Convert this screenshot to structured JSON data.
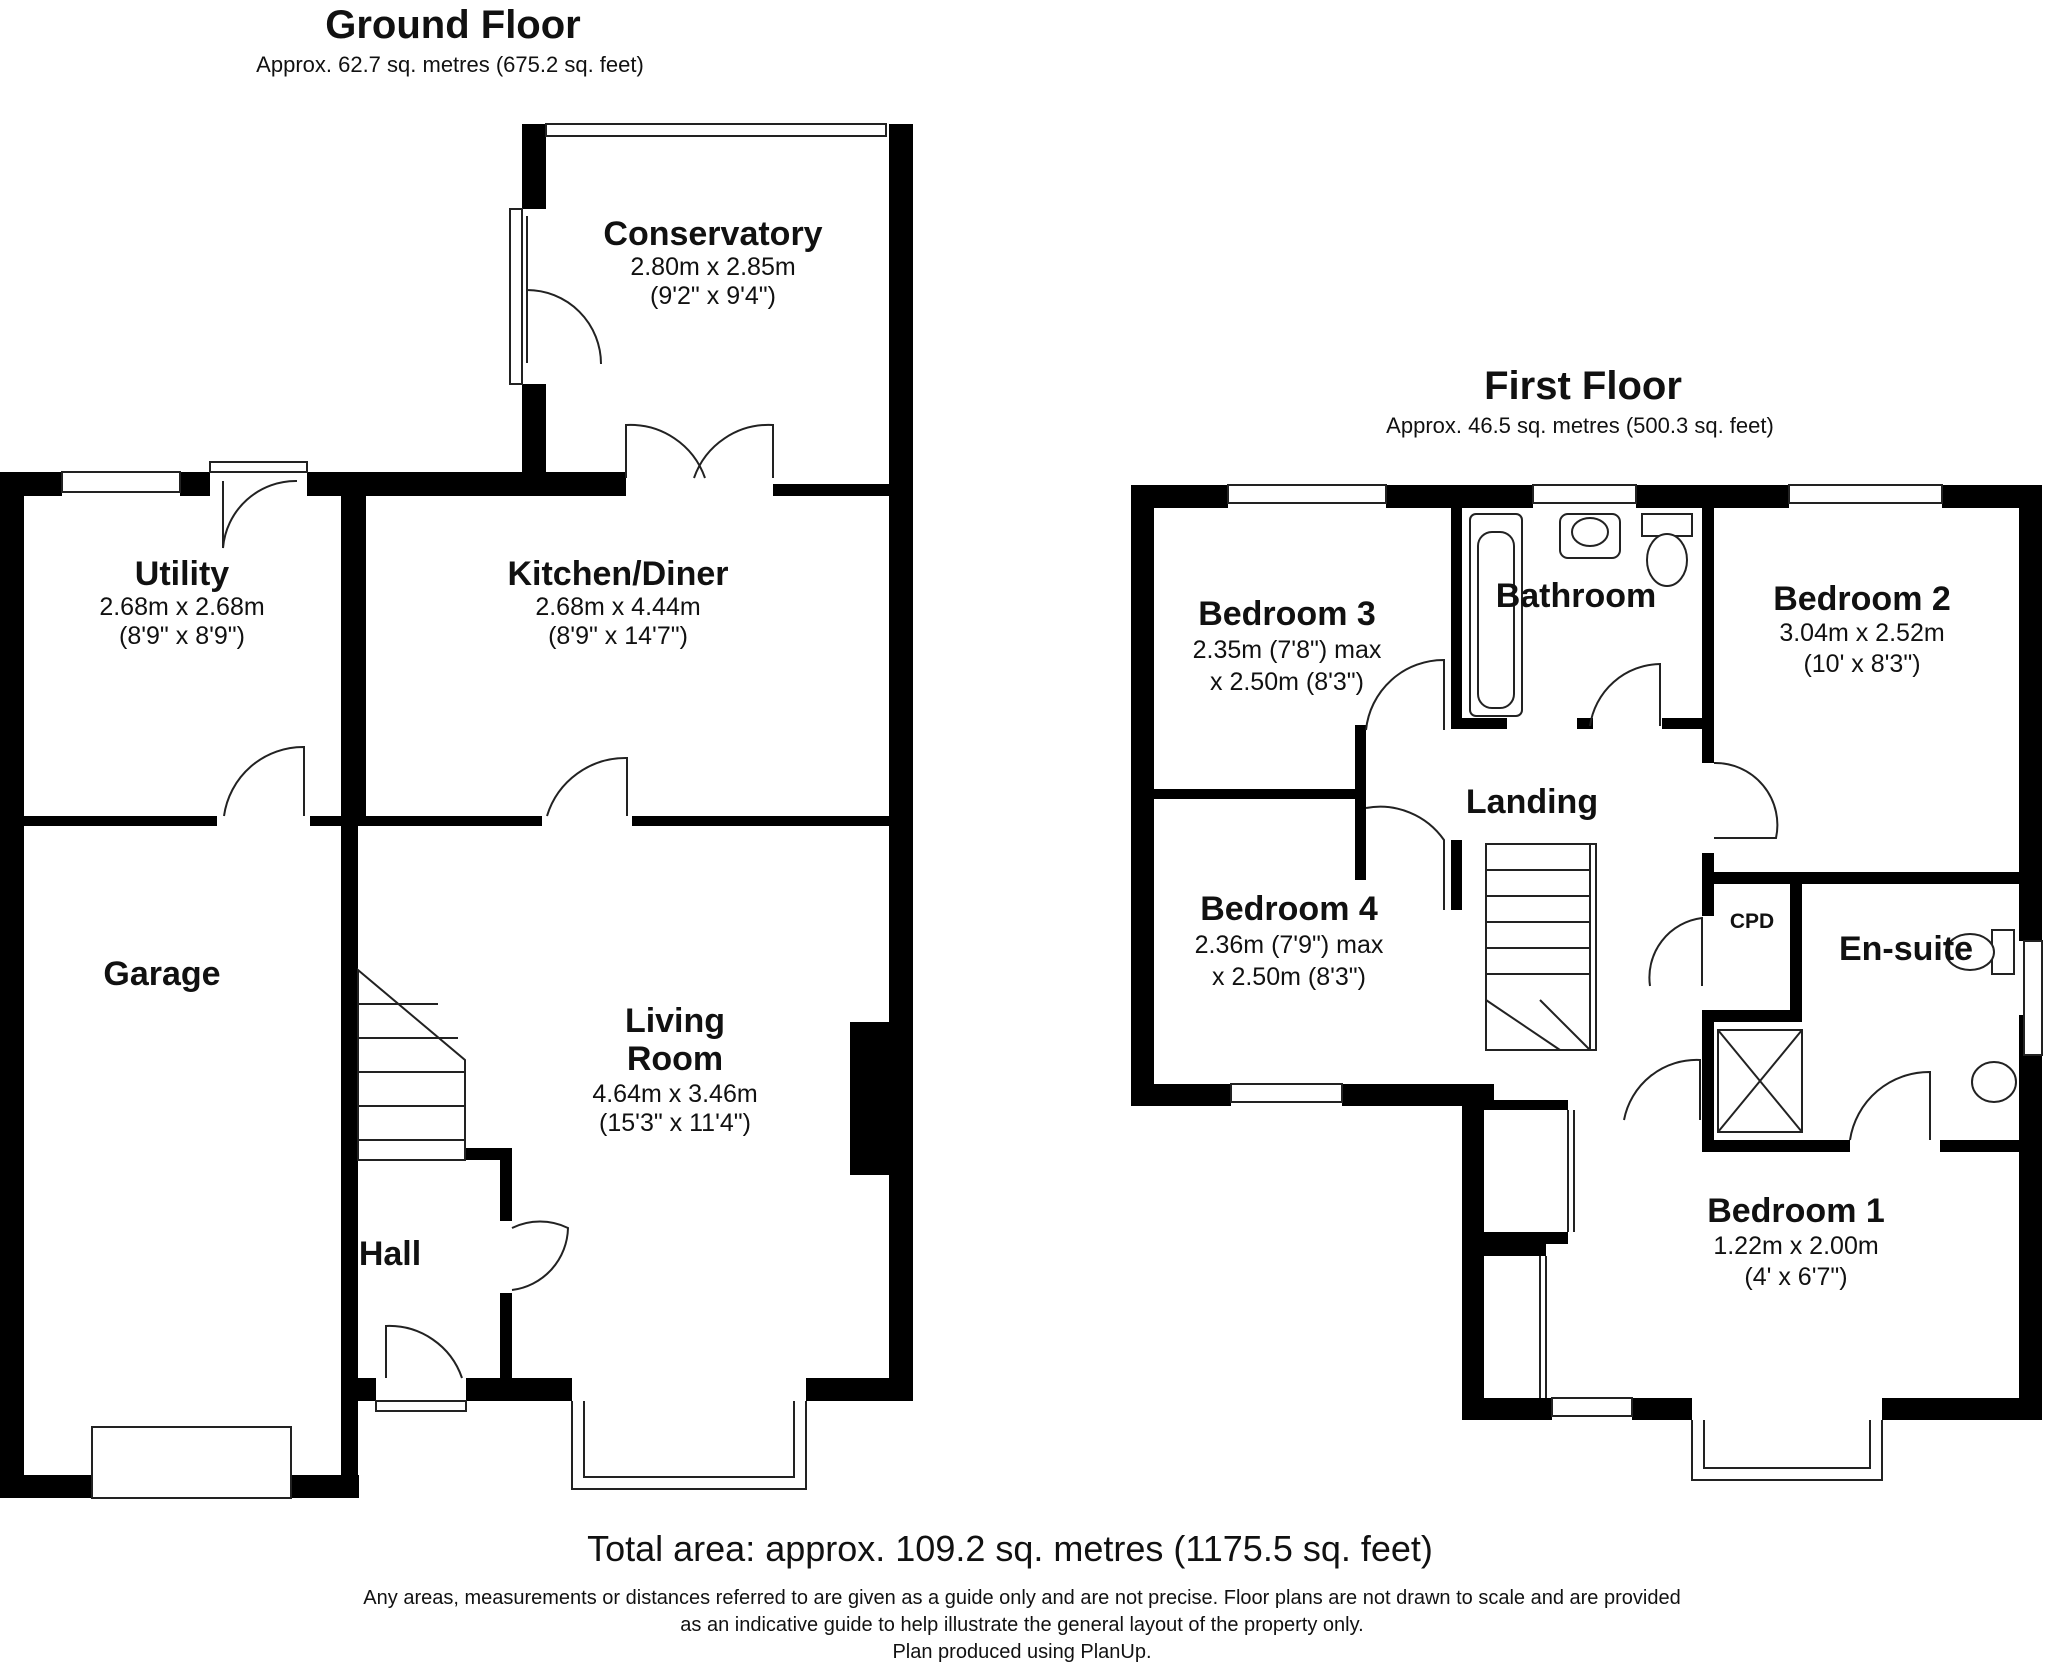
{
  "ground_floor": {
    "title": "Ground Floor",
    "area": "Approx. 62.7 sq. metres (675.2 sq. feet)",
    "rooms": {
      "conservatory": {
        "name": "Conservatory",
        "dim_m": "2.80m x 2.85m",
        "dim_ft": "(9'2\" x 9'4\")"
      },
      "utility": {
        "name": "Utility",
        "dim_m": "2.68m x 2.68m",
        "dim_ft": "(8'9\" x 8'9\")"
      },
      "kitchen": {
        "name": "Kitchen/Diner",
        "dim_m": "2.68m x 4.44m",
        "dim_ft": "(8'9\" x 14'7\")"
      },
      "garage": {
        "name": "Garage"
      },
      "living": {
        "name_1": "Living",
        "name_2": "Room",
        "dim_m": "4.64m x 3.46m",
        "dim_ft": "(15'3\" x 11'4\")"
      },
      "hall": {
        "name": "Hall"
      }
    }
  },
  "first_floor": {
    "title": "First Floor",
    "area": "Approx. 46.5 sq. metres (500.3 sq. feet)",
    "rooms": {
      "bedroom3": {
        "name": "Bedroom 3",
        "dim_1": "2.35m (7'8\") max",
        "dim_2": "x 2.50m (8'3\")"
      },
      "bathroom": {
        "name": "Bathroom"
      },
      "bedroom2": {
        "name": "Bedroom 2",
        "dim_m": "3.04m x 2.52m",
        "dim_ft": "(10' x 8'3\")"
      },
      "landing": {
        "name": "Landing"
      },
      "bedroom4": {
        "name": "Bedroom 4",
        "dim_1": "2.36m (7'9\") max",
        "dim_2": "x 2.50m (8'3\")"
      },
      "cpd": {
        "name": "CPD"
      },
      "ensuite": {
        "name": "En-suite"
      },
      "bedroom1": {
        "name": "Bedroom 1",
        "dim_m": "1.22m x 2.00m",
        "dim_ft": "(4' x 6'7\")"
      }
    }
  },
  "footer": {
    "total": "Total area: approx. 109.2 sq. metres (1175.5 sq. feet)",
    "disclaimer_1": "Any areas, measurements or distances referred to are given as a guide only and are not precise. Floor plans are not drawn to scale and are provided",
    "disclaimer_2": "as an indicative guide to help illustrate the general layout of the property only.",
    "disclaimer_3": "Plan produced using PlanUp."
  }
}
